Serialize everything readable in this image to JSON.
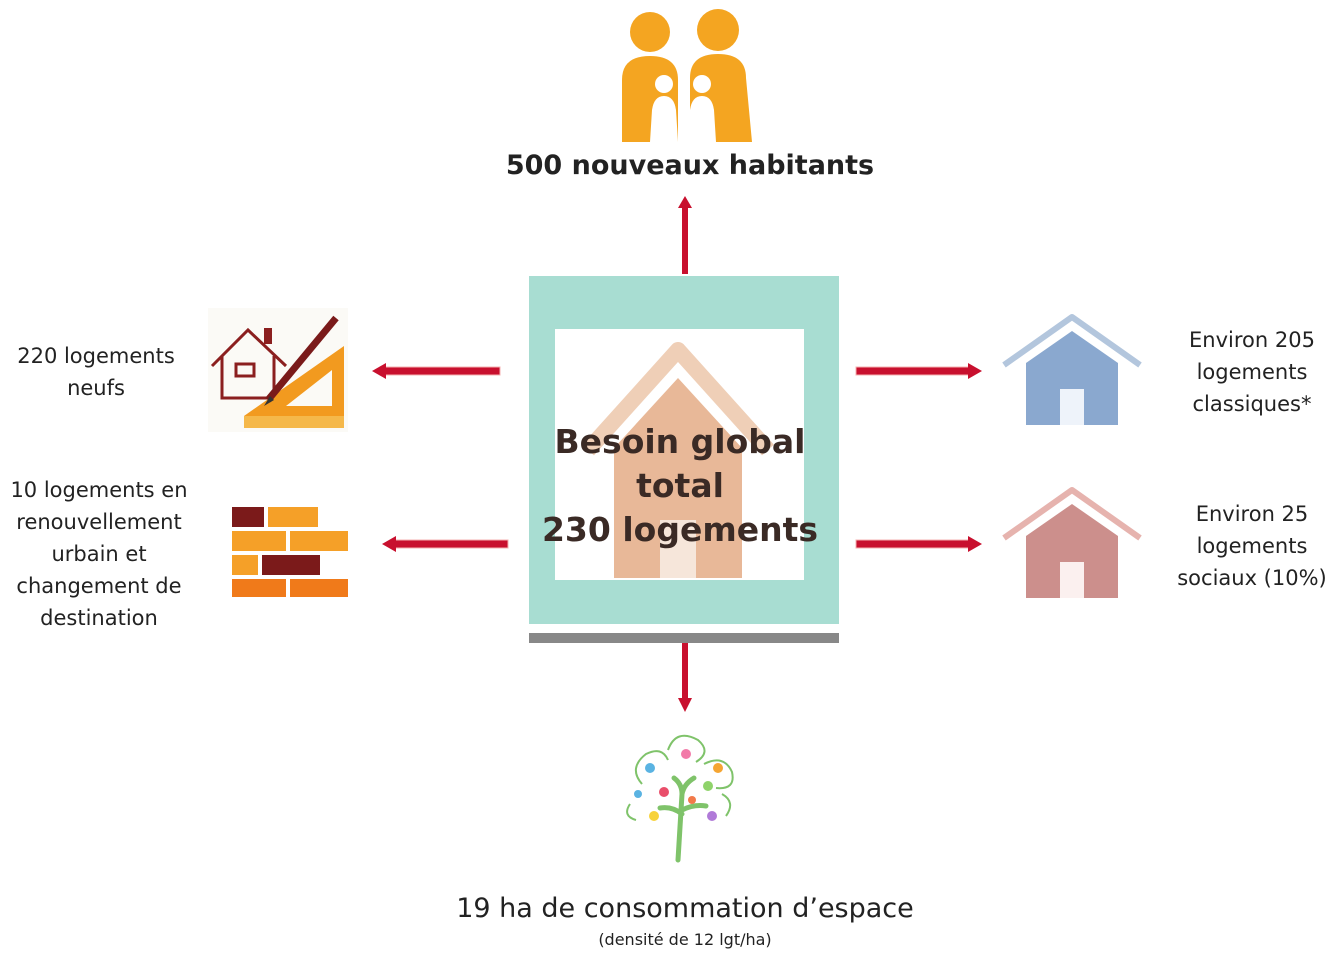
{
  "top": {
    "label": "500 nouveaux habitants",
    "icon": "family-icon"
  },
  "center": {
    "line1": "Besoin global",
    "line2": "total",
    "line3": "230 logements",
    "icon": "house-icon"
  },
  "left": [
    {
      "lines": [
        "220 logements",
        "neufs"
      ],
      "icon": "house-plan-icon"
    },
    {
      "lines": [
        "10 logements en",
        "renouvellement",
        "urbain et",
        "changement de",
        "destination"
      ],
      "icon": "brick-wall-icon"
    }
  ],
  "right": [
    {
      "lines": [
        "Environ 205",
        "logements",
        "classiques*"
      ],
      "icon": "blue-house-icon"
    },
    {
      "lines": [
        "Environ 25",
        "logements",
        "sociaux (10%)"
      ],
      "icon": "red-house-icon"
    }
  ],
  "bottom": {
    "label": "19 ha de consommation d’espace",
    "sublabel": "(densité de 12 lgt/ha)",
    "icon": "tree-icon"
  },
  "colors": {
    "arrow": "#c8102e",
    "frame": "#a8ddd2",
    "accent_orange": "#f0a830",
    "bar": "#888888"
  }
}
